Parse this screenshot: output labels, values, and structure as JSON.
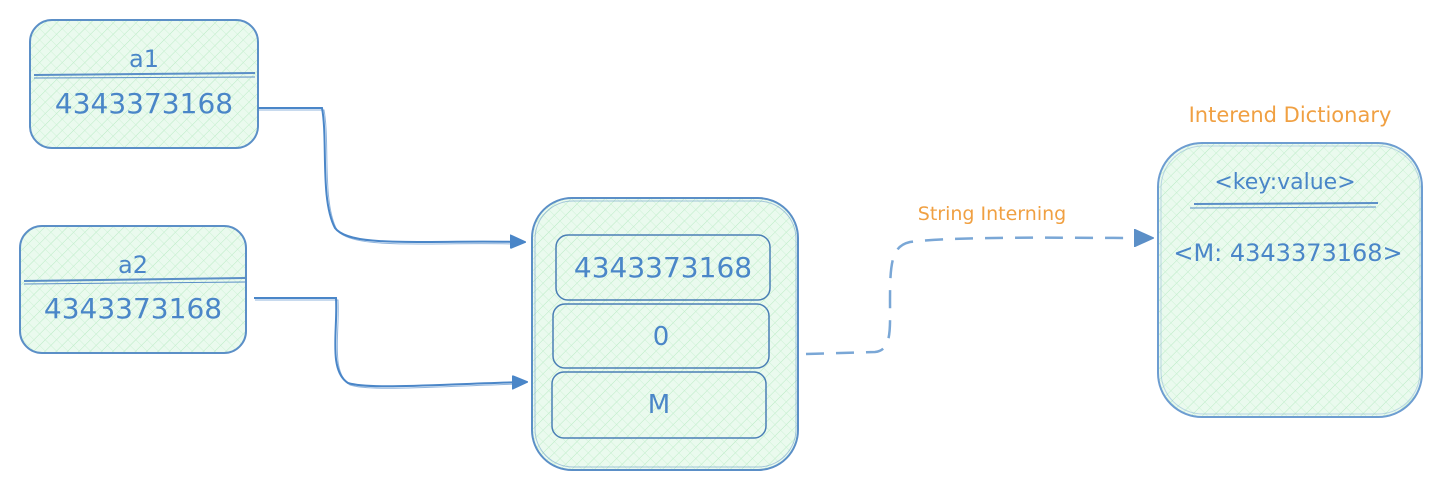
{
  "variables": [
    {
      "name": "a1",
      "value": "4343373168"
    },
    {
      "name": "a2",
      "value": "4343373168"
    }
  ],
  "object": {
    "id": "4343373168",
    "refcount": "0",
    "value": "M"
  },
  "interning_label": "String Interning",
  "dictionary": {
    "title": "Interend Dictionary",
    "header": "<key:value>",
    "entry": "<M: 4343373168>"
  },
  "colors": {
    "stroke": "#5b8fc7",
    "fill": "#d9f5dd",
    "text": "#4a86c8",
    "accent": "#f0a042",
    "dashed": "#7aa7d6"
  }
}
